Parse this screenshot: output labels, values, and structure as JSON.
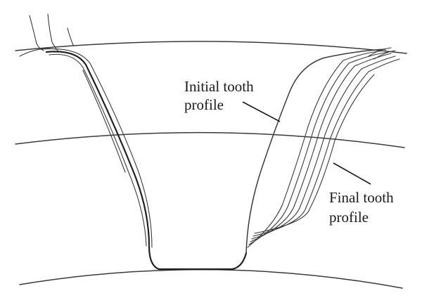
{
  "labels": {
    "initial_line1": "Initial tooth",
    "initial_line2": "profile",
    "final_line1": "Final tooth",
    "final_line2": "profile"
  }
}
